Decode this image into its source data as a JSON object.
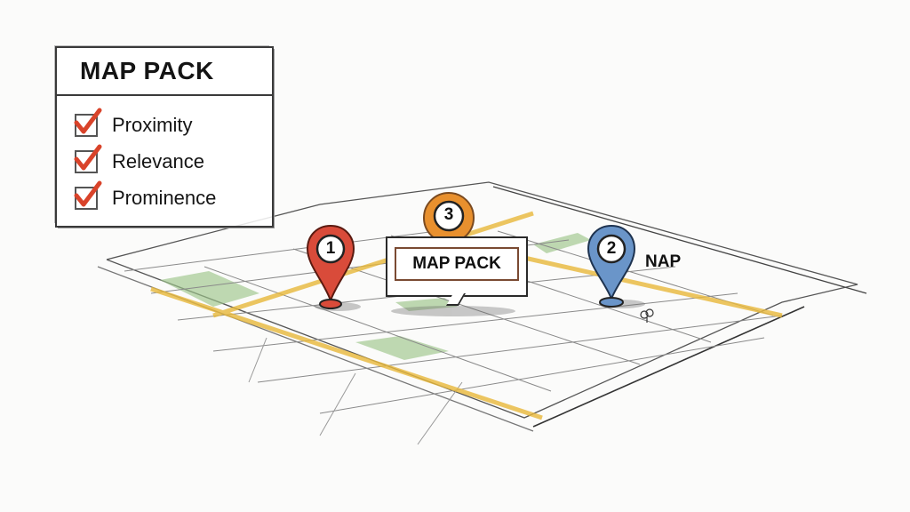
{
  "legend": {
    "title": "MAP PACK",
    "items": [
      {
        "label": "Proximity",
        "checked": true
      },
      {
        "label": "Relevance",
        "checked": true
      },
      {
        "label": "Prominence",
        "checked": true
      }
    ],
    "check_color": "#d9432a"
  },
  "map": {
    "callout_label": "MAP PACK",
    "pins": [
      {
        "number": "1",
        "color": "#d94b3a"
      },
      {
        "number": "2",
        "color": "#6a95c9"
      },
      {
        "number": "3",
        "color": "#e8902e"
      }
    ],
    "nap_label": "NAP",
    "road_color": "#e8b83a",
    "park_color": "#9cc58a"
  }
}
